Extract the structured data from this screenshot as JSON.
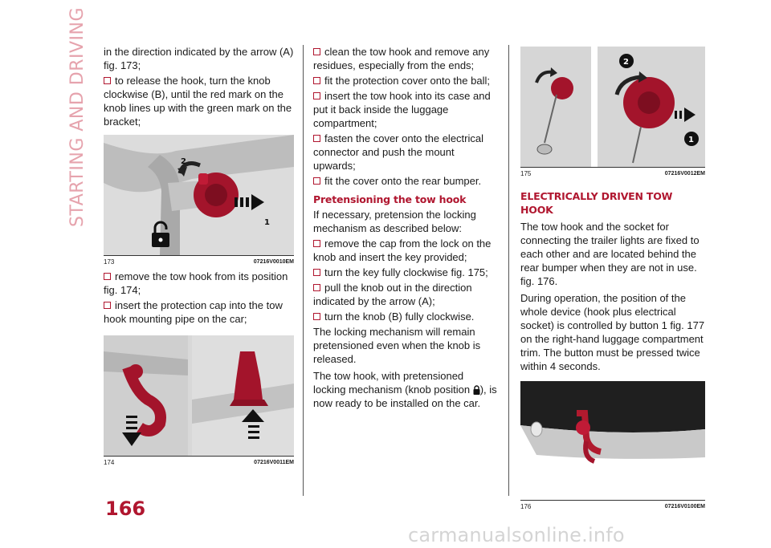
{
  "side_title": "STARTING AND DRIVING",
  "page_number": "166",
  "watermark": "carmanualsonline.info",
  "col1": {
    "p1": "in the direction indicated by the arrow (A) fig. 173;",
    "b1": "to release the hook, turn the knob clockwise (B), until the red mark on the knob lines up with the green mark on the bracket;",
    "fig173": {
      "num": "173",
      "code": "07216V0010EM",
      "label_1": "1",
      "label_2": "2"
    },
    "b2": "remove the tow hook from its position fig. 174;",
    "b3": "insert the protection cap into the tow hook mounting pipe on the car;",
    "fig174": {
      "num": "174",
      "code": "07216V0011EM"
    }
  },
  "col2": {
    "b1": "clean the tow hook and remove any residues, especially from the ends;",
    "b2": "fit the protection cover onto the ball;",
    "b3": "insert the tow hook into its case and put it back inside the luggage compartment;",
    "b4": "fasten the cover onto the electrical connector and push the mount upwards;",
    "b5": "fit the cover onto the rear bumper.",
    "heading": "Pretensioning the tow hook",
    "p1": "If necessary, pretension the locking mechanism as described below:",
    "b6": "remove the cap from the lock on the knob and insert the key provided;",
    "b7": "turn the key fully clockwise fig. 175;",
    "b8": "pull the knob out in the direction indicated by the arrow (A);",
    "b9": "turn the knob (B) fully clockwise.",
    "p2": "The locking mechanism will remain pretensioned even when the knob is released.",
    "p3a": "The tow hook, with pretensioned locking mechanism (knob position ",
    "p3b": "), is now ready to be installed on the car."
  },
  "col3": {
    "fig175": {
      "num": "175",
      "code": "07216V0012EM",
      "label_1": "1",
      "label_2": "2"
    },
    "heading": "ELECTRICALLY DRIVEN TOW HOOK",
    "p1": "The tow hook and the socket for connecting the trailer lights are fixed to each other and are located behind the rear bumper when they are not in use. fig. 176.",
    "p2": "During operation, the position of the whole device (hook plus electrical socket) is controlled by button 1 fig. 177 on the right-hand luggage compartment trim. The button must be pressed twice within 4 seconds.",
    "fig176": {
      "num": "176",
      "code": "07216V0100EM"
    }
  },
  "colors": {
    "brand_red": "#b0162f",
    "side_title": "#e6a3ad",
    "watermark": "#d4d4d4"
  }
}
